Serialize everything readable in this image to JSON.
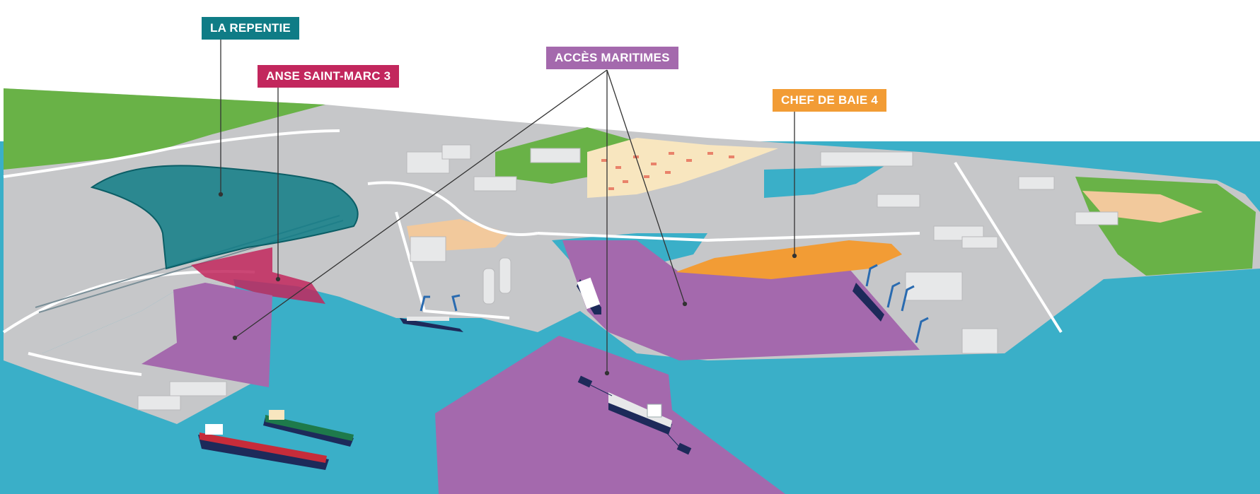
{
  "colors": {
    "water": "#3aafc8",
    "land": "#c6c7c9",
    "green": "#69b247",
    "sand": "#f2c99c",
    "town": "#f8e6bf",
    "la_repentie": "#0f7c86",
    "anse_saint_marc_3": "#c2275d",
    "acces_maritimes": "#a469ad",
    "chef_de_baie_4": "#f29c35"
  },
  "labels": {
    "la_repentie": "LA REPENTIE",
    "anse_saint_marc_3": "ANSE SAINT-MARC 3",
    "acces_maritimes": "ACCÈS MARITIMES",
    "chef_de_baie_4": "CHEF DE BAIE 4"
  },
  "icons": [
    "crane-icon",
    "ship-icon",
    "tugboat-icon",
    "building-icon"
  ]
}
